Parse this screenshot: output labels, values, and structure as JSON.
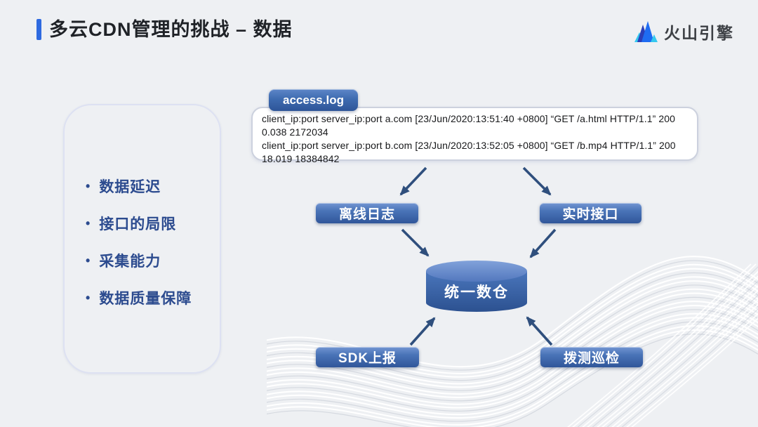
{
  "slide": {
    "background": "#eef0f3"
  },
  "header": {
    "title": "多云CDN管理的挑战 – 数据",
    "accent_color": "#2e6ae0",
    "title_color": "#1f2227"
  },
  "logo": {
    "text": "火山引擎",
    "icon": "volcano-mountains",
    "text_color": "#3d4045",
    "peak_colors": [
      "#2a3eb8",
      "#1e6cf2",
      "#35c8ef"
    ]
  },
  "challenges": {
    "bullet": "•",
    "text_color": "#2c4b8f",
    "items": [
      {
        "label": "数据延迟"
      },
      {
        "label": "接口的局限"
      },
      {
        "label": "采集能力"
      },
      {
        "label": "数据质量保障"
      }
    ]
  },
  "log": {
    "label": "access.log",
    "entries": [
      "client_ip:port server_ip:port a.com [23/Jun/2020:13:51:40 +0800]  “GET /a.html HTTP/1.1”  200 0.038 2172034",
      "client_ip:port server_ip:port b.com [23/Jun/2020:13:52:05 +0800]  “GET /b.mp4 HTTP/1.1”  200 18.019 18384842"
    ]
  },
  "flow": {
    "arrow_color": "#2f4f7d",
    "node_color": "#3c67ad",
    "sources": [
      {
        "label": "离线日志"
      },
      {
        "label": "实时接口"
      }
    ],
    "warehouse": {
      "label": "统一数仓"
    },
    "collectors": [
      {
        "label": "SDK上报"
      },
      {
        "label": "拨测巡检"
      }
    ]
  }
}
